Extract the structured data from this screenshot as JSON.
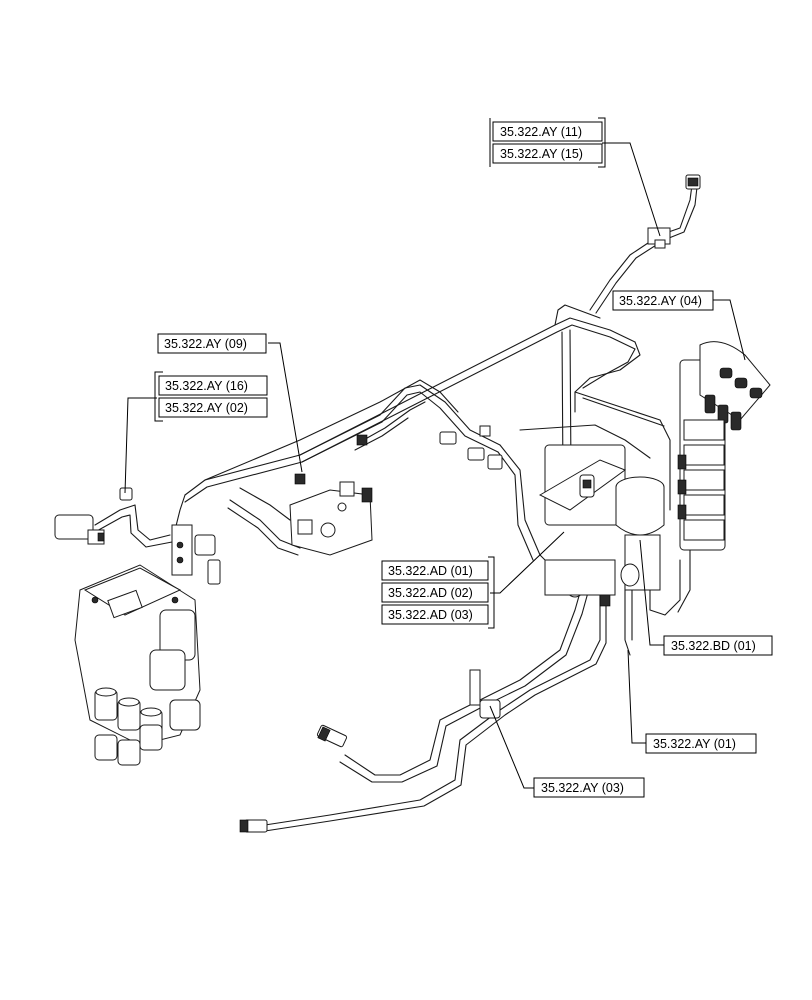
{
  "callouts": [
    {
      "id": "ay11",
      "label": "35.322.AY (11)"
    },
    {
      "id": "ay15",
      "label": "35.322.AY (15)"
    },
    {
      "id": "ay04",
      "label": "35.322.AY (04)"
    },
    {
      "id": "ay09",
      "label": "35.322.AY (09)"
    },
    {
      "id": "ay16",
      "label": "35.322.AY (16)"
    },
    {
      "id": "ay02",
      "label": "35.322.AY (02)"
    },
    {
      "id": "ad01",
      "label": "35.322.AD (01)"
    },
    {
      "id": "ad02",
      "label": "35.322.AD (02)"
    },
    {
      "id": "ad03",
      "label": "35.322.AD (03)"
    },
    {
      "id": "bd01",
      "label": "35.322.BD (01)"
    },
    {
      "id": "ay01",
      "label": "35.322.AY (01)"
    },
    {
      "id": "ay03",
      "label": "35.322.AY (03)"
    }
  ]
}
